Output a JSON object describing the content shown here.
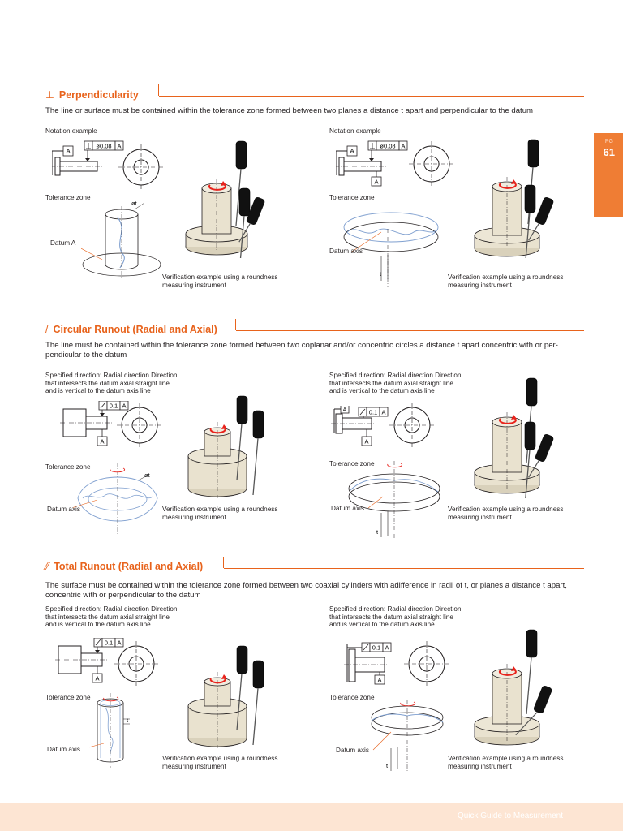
{
  "page_tab": {
    "label": "PG",
    "number": "61"
  },
  "footer": {
    "text": "Quick Guide to Measurement"
  },
  "labels": {
    "notation_example": "Notation example",
    "tolerance_zone": "Tolerance zone",
    "datum_a": "Datum A",
    "datum_axis": "Datum axis",
    "verification_line1": "Verification example using a roundness",
    "verification_line2": "measuring instrument",
    "specified_line1": "Specified direction: Radial direction Direction",
    "specified_line2": "that intersects the datum axial straight line",
    "specified_line3": "and is vertical to the datum axis line",
    "frame_a": "A",
    "frame_perp_value": "ø0.08",
    "frame_runout_value": "0.1",
    "dia_t": "øt",
    "t": "t"
  },
  "sections": [
    {
      "symbol": "⊥",
      "title": "Perpendicularity",
      "description": "The line or surface must be contained within the tolerance zone formed between two planes a distance t apart and perpendicular to the datum"
    },
    {
      "symbol": "/",
      "title": "Circular Runout (Radial and Axial)",
      "description": "The line must be contained within the tolerance zone formed between two coplanar and/or concentric circles a distance t apart concentric with or per-pendicular to the datum"
    },
    {
      "symbol": "⁄⁄",
      "title": "Total Runout (Radial and Axial)",
      "description": "The surface must be contained within the tolerance zone formed between two coaxial cylinders with adifference in radii of t, or planes a distance t apart, concentric with or perpendicular to the datum"
    }
  ],
  "colors": {
    "accent": "#e8631c",
    "tab": "#ef7d34",
    "footer": "#fde5d3",
    "part": "#e9e2cf",
    "zone": "#7f9fcf",
    "probe": "#1a1a1a"
  }
}
